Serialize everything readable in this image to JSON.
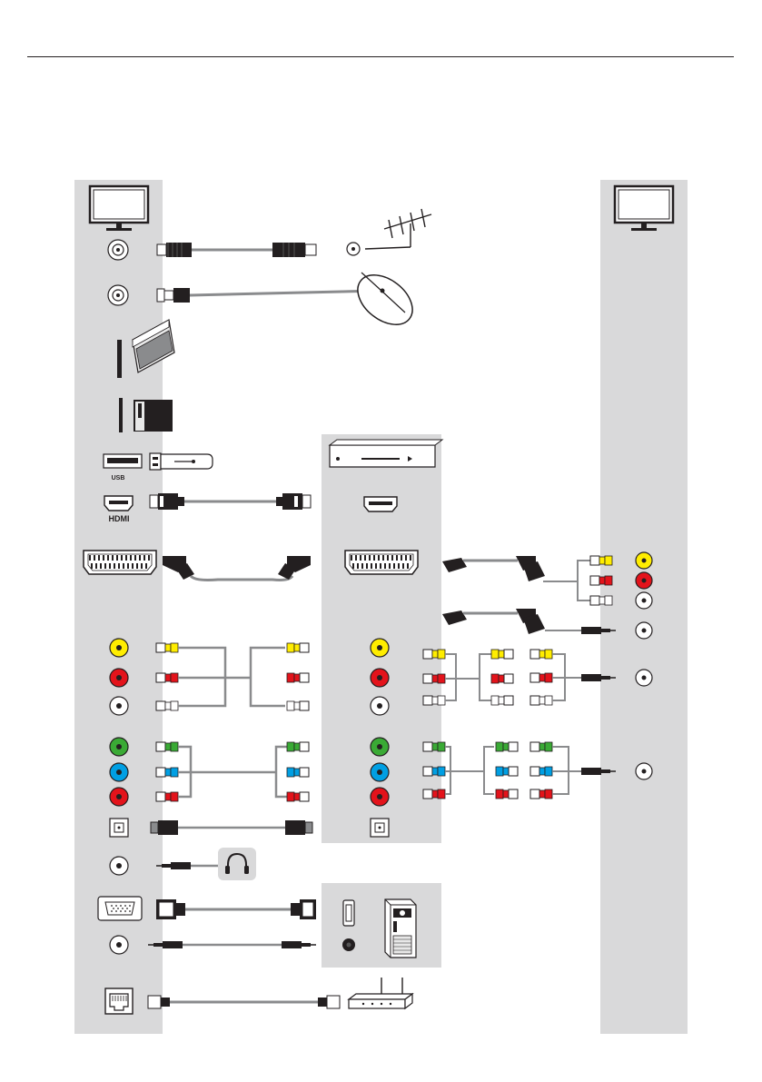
{
  "header": {
    "divider": true
  },
  "port_labels": {
    "usb": "USB",
    "hdmi": "HDMI"
  },
  "panels": {
    "tv_left": "tv-connection-panel",
    "player": "media-player-panel",
    "pc": "pc-panel",
    "tv_right": "tv-adapter-panel"
  },
  "colors": {
    "panel_gray": "#d9d9da",
    "cable_gray": "#8a8b8d",
    "dark": "#231f20",
    "yellow": "#ffed00",
    "red": "#e3131b",
    "white": "#ffffff",
    "green": "#3aaa35",
    "blue": "#009fe3",
    "text": "#231f20"
  },
  "icons": [
    "tv-icon",
    "antenna-port-icon",
    "satellite-port-icon",
    "ci-card-icon",
    "sd-card-icon",
    "usb-port-icon",
    "usb-stick-icon",
    "hdmi-port-icon",
    "scart-port-icon",
    "rca-port-icon",
    "component-port-icon",
    "optical-port-icon",
    "headphone-jack-icon",
    "headphones-icon",
    "vga-port-icon",
    "audio-in-port-icon",
    "ethernet-port-icon",
    "router-icon",
    "antenna-icon",
    "satellite-dish-icon",
    "dvd-player-icon",
    "pc-tower-icon"
  ]
}
